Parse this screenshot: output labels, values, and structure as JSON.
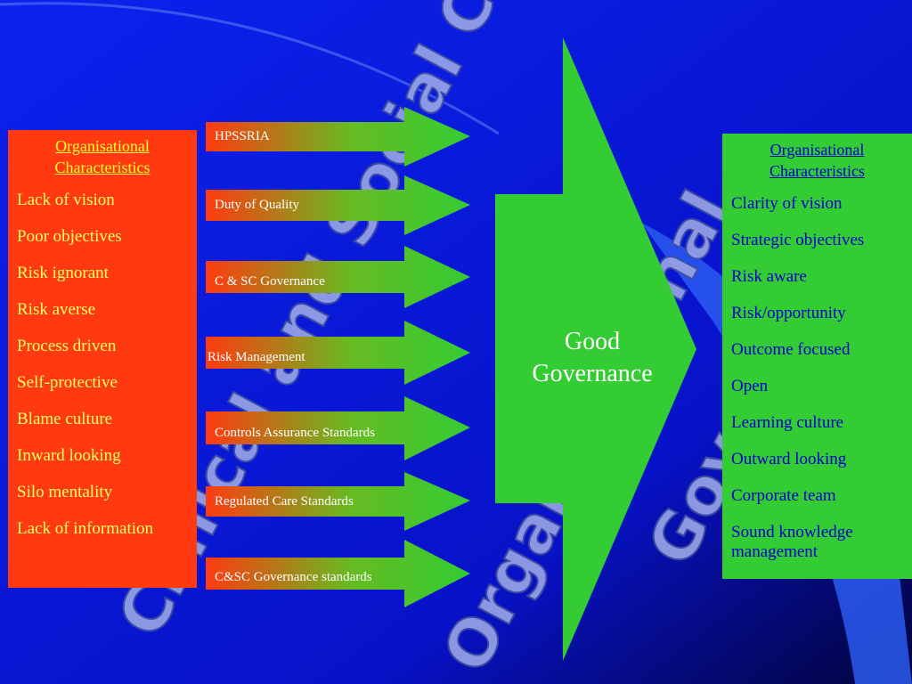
{
  "colors": {
    "bg_top": "#0b1fe0",
    "bg_bottom": "#0a0fbf",
    "left_panel": "#ff3a10",
    "right_panel": "#33cc33",
    "arrow_green": "#33cc33",
    "arrow_orange": "#ff4a10",
    "watermark": "#9aa6e6"
  },
  "watermark": {
    "line1": "Clinical and Social Care",
    "line2": "Organisational",
    "line3": "Governance"
  },
  "left_panel": {
    "title_line1": "Organisational",
    "title_line2": "Characteristics",
    "items": [
      "Lack of vision",
      "Poor objectives",
      "Risk ignorant",
      "Risk averse",
      "Process driven",
      "Self-protective",
      "Blame culture",
      "Inward looking",
      "Silo mentality",
      "Lack of information"
    ]
  },
  "arrows": [
    {
      "label": "HPSSRIA"
    },
    {
      "label": "Duty of Quality"
    },
    {
      "label": "C & SC Governance"
    },
    {
      "label": "Risk Management"
    },
    {
      "label": "Controls Assurance Standards"
    },
    {
      "label": "Regulated Care Standards"
    },
    {
      "label": "C&SC Governance standards"
    }
  ],
  "big_arrow": {
    "line1": "Good",
    "line2": "Governance"
  },
  "right_panel": {
    "title_line1": "Organisational",
    "title_line2": "Characteristics",
    "items": [
      "Clarity of vision",
      "Strategic objectives",
      "Risk aware",
      "Risk/opportunity",
      "Outcome focused",
      "Open",
      "Learning culture",
      "Outward looking",
      "Corporate team",
      "Sound knowledge management"
    ]
  }
}
